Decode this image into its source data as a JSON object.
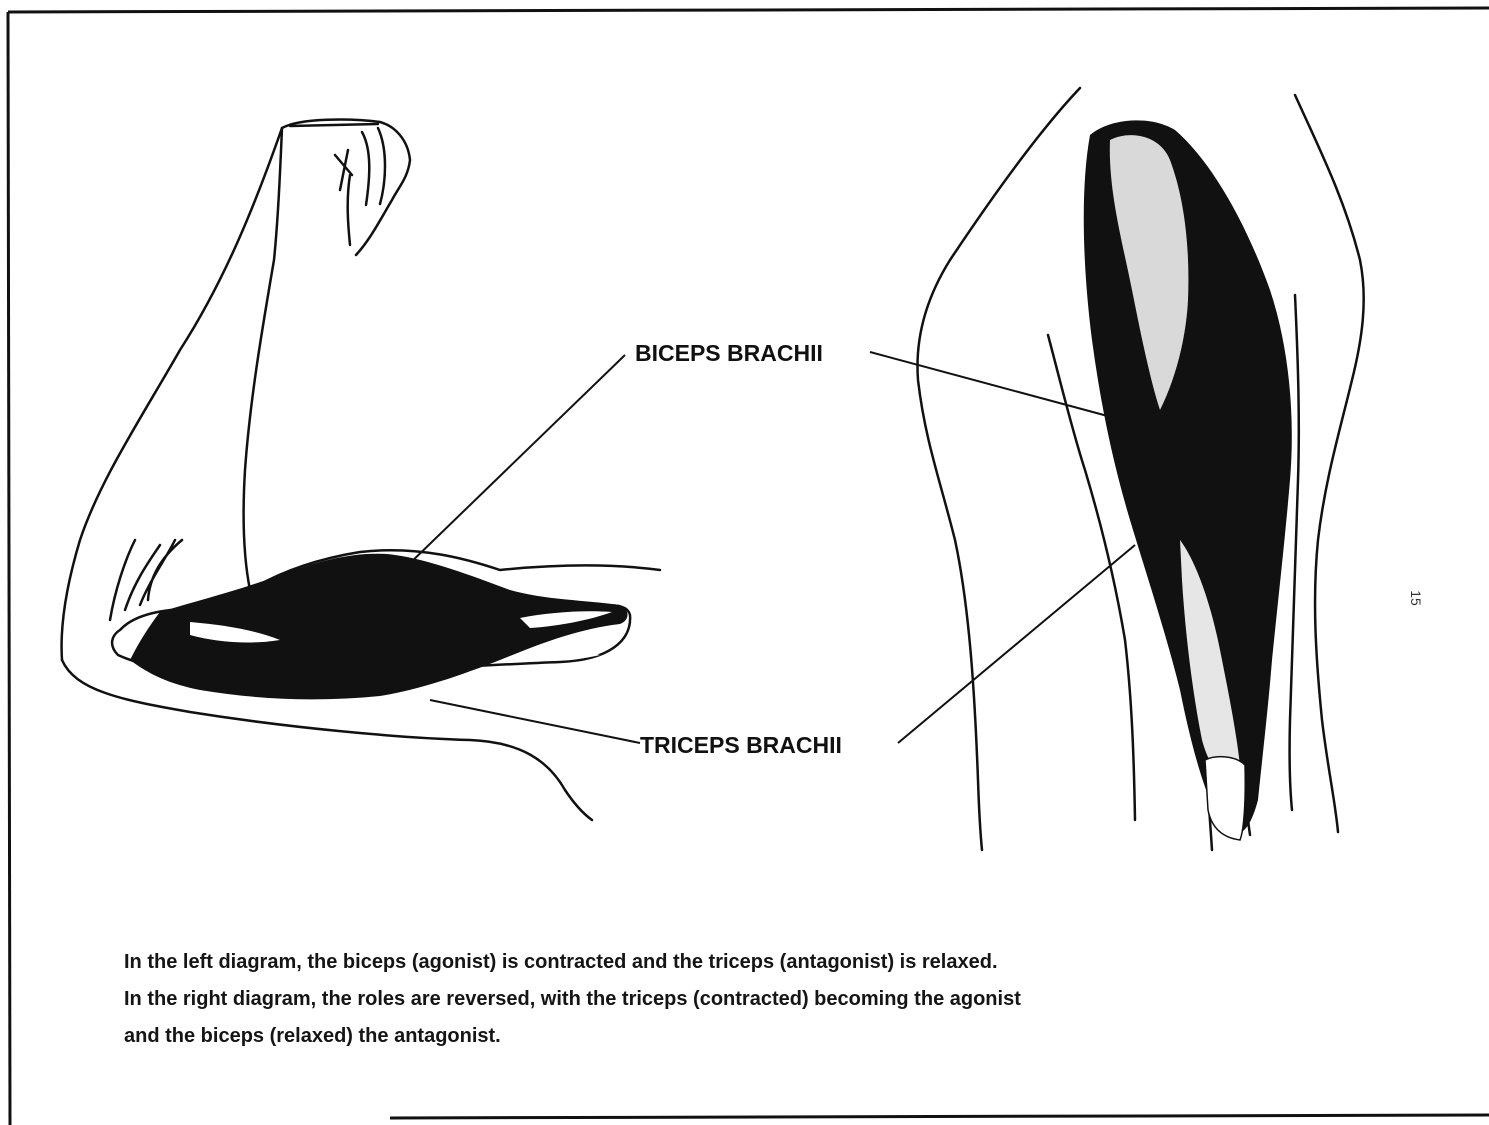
{
  "labels": {
    "biceps": "BICEPS BRACHII",
    "triceps": "TRICEPS BRACHII"
  },
  "caption": {
    "line1": "In the left diagram, the biceps (agonist) is contracted and the triceps (antagonist) is relaxed.",
    "line2": "In the right diagram, the roles are reversed, with the triceps (contracted) becoming the agonist",
    "line3": "and the biceps (relaxed) the antagonist."
  },
  "page_mark": "15",
  "colors": {
    "ink": "#111111",
    "paper": "#ffffff",
    "shade": "#d9d9d9"
  }
}
